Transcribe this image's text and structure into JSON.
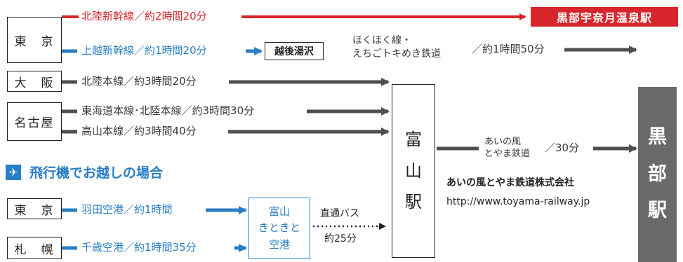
{
  "origins": {
    "tokyo": "東　京",
    "osaka": "大　阪",
    "nagoya": "名古屋",
    "tokyo_air": "東　京",
    "sapporo": "札　幌"
  },
  "routes": {
    "hokuriku_shinkansen": "北陸新幹線／約2時間20分",
    "joetsu_shinkansen": "上越新幹線／約1時間20分",
    "hokuriku_main": "北陸本線／約3時間20分",
    "tokaido_hokuriku": "東海道本線･北陸本線／約3時間30分",
    "takayama": "高山本線／約3時間40分",
    "haneda": "羽田空港／約1時間",
    "chitose": "千歳空港／約1時間35分"
  },
  "transfer": {
    "echigo_yuzawa": "越後湯沢",
    "hokuhoku_line1": "ほくほく線・",
    "hokuhoku_line2": "えちごトキめき鉄道",
    "hokuhoku_time": "／約1時間50分"
  },
  "stations": {
    "unazuki": "黒部宇奈月温泉駅",
    "toyama": [
      "富",
      "山",
      "駅"
    ],
    "kurobe": [
      "黒",
      "部",
      "駅"
    ]
  },
  "ainokaze": {
    "line1": "あいの風",
    "line2": "とやま鉄道",
    "time": "／30分",
    "company": "あいの風とやま鉄道株式会社",
    "url": "http://www.toyama-railway.jp"
  },
  "flight": {
    "heading": "飛行機でお越しの場合",
    "airport": [
      "富山",
      "きときと",
      "空港"
    ],
    "bus_label": "直通バス",
    "bus_time": "約25分"
  },
  "colors": {
    "red": "#d7262b",
    "blue": "#2a7ec6",
    "gray": "#4f4f4f",
    "station_gray": "#6a6a6a"
  },
  "icons": {
    "plane": "airplane-icon"
  }
}
